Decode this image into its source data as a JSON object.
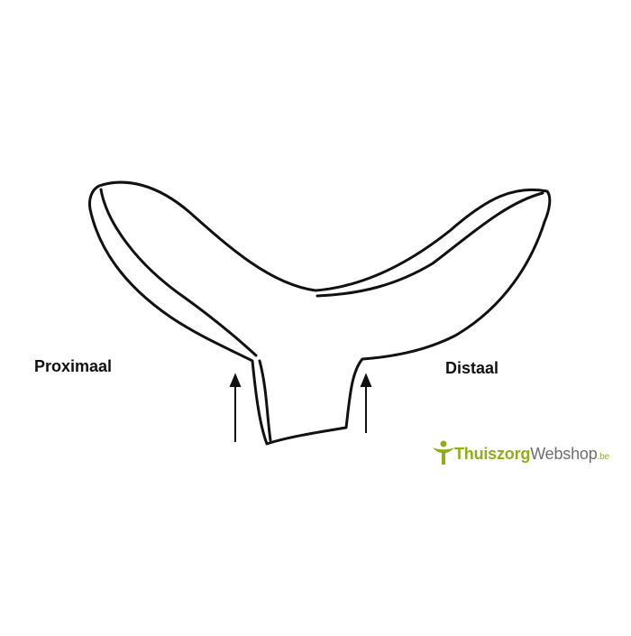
{
  "diagram": {
    "left_label": "Proximaal",
    "right_label": "Distaal"
  },
  "logo": {
    "part1": "Thuiszorg",
    "part2": "Webshop",
    "suffix": ".be"
  },
  "colors": {
    "outline": "#111111",
    "logo_green": "#8fae1b",
    "logo_gray": "#6e6e6e"
  }
}
